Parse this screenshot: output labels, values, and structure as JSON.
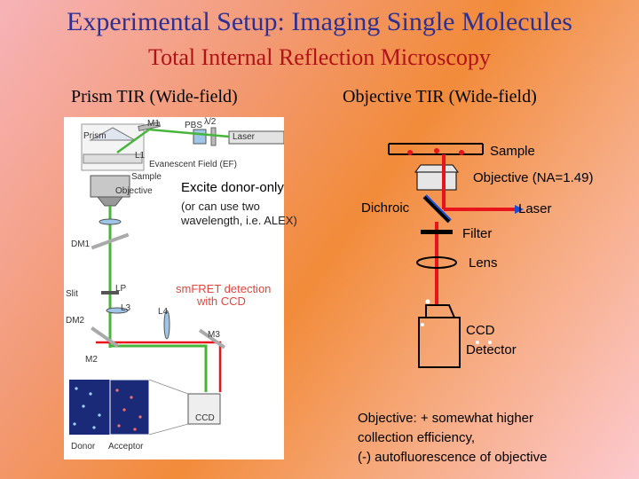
{
  "title": "Experimental Setup: Imaging Single Molecules",
  "subtitle": "Total Internal Reflection Microscopy",
  "left": {
    "heading": "Prism TIR (Wide-field)",
    "labels": {
      "prism": "Prism",
      "m1": "M1",
      "pbs": "PBS",
      "lambda2": "λ/2",
      "laser": "Laser",
      "l1": "L1",
      "ef": "Evanescent Field (EF)",
      "sample": "Sample",
      "objective": "Objective",
      "dm1": "DM1",
      "slit": "Slit",
      "lp": "LP",
      "l3": "L3",
      "dm2": "DM2",
      "l4": "L4",
      "m3": "M3",
      "m2": "M2",
      "smfret": "smFRET detection",
      "smfret2": "with CCD",
      "ccd": "CCD",
      "donor": "Donor",
      "acceptor": "Acceptor"
    },
    "excite": "Excite donor-only",
    "note_line1": "(or can use two",
    "note_line2": "wavelength, i.e. ALEX)"
  },
  "right": {
    "heading": "Objective TIR (Wide-field)",
    "sample": "Sample",
    "objective": "Objective (NA=1.49)",
    "dichroic": "Dichroic",
    "laser": "Laser",
    "filter": "Filter",
    "lens": "Lens",
    "ccd_line1": "CCD",
    "ccd_line2": "Detector",
    "note_line1": "Objective: + somewhat higher",
    "note_line2": "collection efficiency,",
    "note_line3": "(-) autofluorescence of objective"
  },
  "colors": {
    "title": "#2e3191",
    "subtitle": "#b11216",
    "beam_red": "#e8141c",
    "beam_green": "#47b53a",
    "dichroic_blue": "#1b4fd6"
  }
}
